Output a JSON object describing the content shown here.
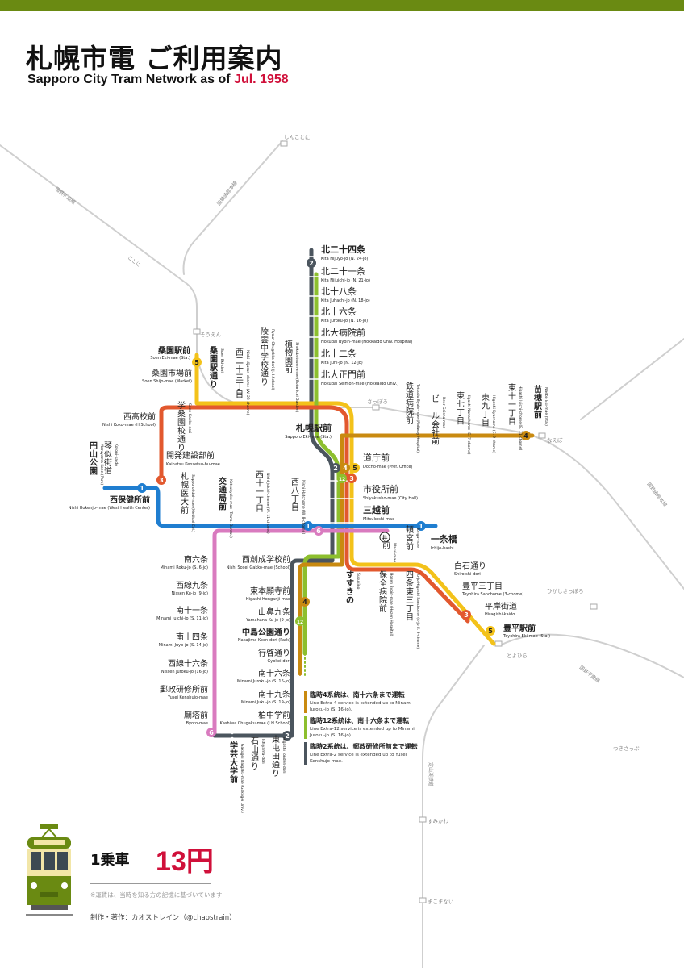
{
  "header": {
    "title_ja": "札幌市電 ご利用案内",
    "title_en": "Sapporo City Tram Network as of",
    "title_en_date": "Jul. 1958"
  },
  "colors": {
    "header_bar": "#6a8a12",
    "line_1": "#1f7ed0",
    "line_2": "#4b555e",
    "line_3": "#e2582e",
    "line_4": "#c98a10",
    "line_5": "#f3c21a",
    "line_6": "#d97bbf",
    "line_12": "#8dbf2e",
    "rail": "#cfcfcf",
    "accent_red": "#d0103a"
  },
  "jr_labels": [
    "しんことに",
    "国鉄札沼線",
    "国鉄函館本線",
    "ことに",
    "そうえん",
    "さっぽろ",
    "なえぼ",
    "国鉄函館本線",
    "ひがしさっぽろ",
    "とよひら",
    "国鉄千歳線",
    "つきさっぷ",
    "定山渓鉄道",
    "すみかわ",
    "まこまない"
  ],
  "stations_right": [
    {
      "ja": "北二十四条",
      "en": "Kita Nijuyo-jo (N. 24-jo)"
    },
    {
      "ja": "北二十一条",
      "en": "Kita Nijuichi-jo (N. 21-jo)"
    },
    {
      "ja": "北十八条",
      "en": "Kita Juhachi-jo (N. 18-jo)"
    },
    {
      "ja": "北十六条",
      "en": "Kita Juroku-jo (N. 16-jo)"
    },
    {
      "ja": "北大病院前",
      "en": "Hokudai Byoin-mae (Hokkaido Univ. Hospital)"
    },
    {
      "ja": "北十二条",
      "en": "Kita Juni-jo (N. 12-jo)"
    },
    {
      "ja": "北大正門前",
      "en": "Hokudai Seimon-mae (Hokkaido Univ.)"
    },
    {
      "ja": "道庁前",
      "en": "Docho-mae (Pref. Office)"
    },
    {
      "ja": "市役所前",
      "en": "Shiyakusho-mae (City Hall)"
    },
    {
      "ja": "三越前",
      "en": "Mitsukoshi-mae"
    }
  ],
  "stations_horizontal": [
    {
      "ja": "桑園駅前",
      "en": "Soen Eki-mae (Sta.)"
    },
    {
      "ja": "桑園市場前",
      "en": "Soen Shijo-mae (Market)"
    },
    {
      "ja": "西高校前",
      "en": "Nishi Koko-mae (H.School)"
    },
    {
      "ja": "開発建設部前",
      "en": "Kaihatsu Kensetsu-bu-mae"
    },
    {
      "ja": "西保健所前",
      "en": "Nishi Hokenjo-mae (West Health Center)"
    },
    {
      "ja": "札幌駅前",
      "en": "Sapporo Eki-mae (Sta.)"
    },
    {
      "ja": "一条橋",
      "en": "Ichijo-bashi"
    },
    {
      "ja": "白石通り",
      "en": "Shiroishi-dori"
    },
    {
      "ja": "豊平三丁目",
      "en": "Toyohira Sanchome (3-chome)"
    },
    {
      "ja": "平岸街道",
      "en": "Hiragishi-kaido"
    },
    {
      "ja": "豊平駅前",
      "en": "Toyohira Eki-mae (Sta.)"
    }
  ],
  "stations_vertical_top": [
    {
      "ja": "桑園駅通り",
      "en": "Soen Eki-dori"
    },
    {
      "ja": "西二十三丁目",
      "en": "Nishi Nijusan-chome (W. 23-chome)"
    },
    {
      "ja": "陵雲中学校通り",
      "en": "Ryoun Chugakko-dori (J.H.School)"
    },
    {
      "ja": "植物園前",
      "en": "Shokubutsuen-mae (Botanical Garden)"
    },
    {
      "ja": "学桑園校通り",
      "en": "Soen Gakko-dori"
    },
    {
      "ja": "琴似街道",
      "en": "Kotoni-kaido"
    },
    {
      "ja": "円山公園",
      "en": "Maruyama Koen (Park)"
    },
    {
      "ja": "札幌医大前",
      "en": "Sapporo Idai-mae (Medical Col.)"
    },
    {
      "ja": "交通局前",
      "en": "Kotsukyoku-mae (Trans. Bureau)"
    },
    {
      "ja": "西十一丁目",
      "en": "Nishi Juichi-chome (W. 11-chome)"
    },
    {
      "ja": "西八丁目",
      "en": "Nishi Hatchome (W. 8-chome)"
    },
    {
      "ja": "鉄道病院前",
      "en": "Tetsudo Byoin-mae (Railway Hospital)"
    },
    {
      "ja": "ビール会社前",
      "en": "Beer Gaisha-mae"
    },
    {
      "ja": "東七丁目",
      "en": "Higashi Nanachome (E. 7-chome)"
    },
    {
      "ja": "東九丁目",
      "en": "Higashi Kyuchome (E. 9-chome)"
    },
    {
      "ja": "東十一丁目",
      "en": "Higashi Juichi-chome (E. 11-chome)"
    },
    {
      "ja": "苗穂駅前",
      "en": "Naebo Eki-mae (Sta.)"
    }
  ],
  "stations_south_left": [
    {
      "ja": "南六条",
      "en": "Minami Roku-jo (S. 6-jo)"
    },
    {
      "ja": "西線九条",
      "en": "Nissen Ku-jo (9-jo)"
    },
    {
      "ja": "南十一条",
      "en": "Minami Juichi-jo (S. 11-jo)"
    },
    {
      "ja": "南十四条",
      "en": "Minami Juyo-jo (S. 14-jo)"
    },
    {
      "ja": "西線十六条",
      "en": "Nissen Juroku-jo (16-jo)"
    },
    {
      "ja": "郵政研修所前",
      "en": "Yusei Kenshujo-mae"
    },
    {
      "ja": "廟塔前",
      "en": "Byoto-mae"
    }
  ],
  "stations_south_mid": [
    {
      "ja": "西創成学校前",
      "en": "Nishi Sosei Gakko-mae (School)"
    },
    {
      "ja": "東本願寺前",
      "en": "Higashi Honganji-mae"
    },
    {
      "ja": "山鼻九条",
      "en": "Yamahana Ku-jo (9-jo)"
    },
    {
      "ja": "中島公園通り",
      "en": "Nakajima Koen-dori (Park)"
    },
    {
      "ja": "行啓通り",
      "en": "Gyokei-dori"
    },
    {
      "ja": "南十六条",
      "en": "Minami Juroku-jo (S. 16-jo)"
    },
    {
      "ja": "南十九条",
      "en": "Minami Juku-jo (S. 19-jo)"
    },
    {
      "ja": "柏中学前",
      "en": "Kashiwa Chugaku-mae (J.H.School)"
    }
  ],
  "stations_south_vertical": [
    {
      "ja": "学芸大学前",
      "en": "Gakugei Daigaku-mae (Gakugei Univ.)"
    },
    {
      "ja": "石山通り",
      "en": "Ishiyama-dori"
    },
    {
      "ja": "東屯田通り",
      "en": "Higashi Tonden-dori"
    },
    {
      "ja": "すすきの",
      "en": "Susukino"
    },
    {
      "ja": "保全病院前",
      "en": "Hozen Byoin-mae (Hozen Hospital)"
    },
    {
      "ja": "四条東三丁目",
      "en": "Yo-jo Higashi Sanchome (4-jo E. 3-chome)"
    },
    {
      "ja": "頓宮前",
      "en": "Tongu-mae"
    },
    {
      "ja": "前",
      "en": "Marui-mae"
    }
  ],
  "services": [
    {
      "ja": "臨時4系統は、南十六条まで運転",
      "en": "Line Extra-4 service is extended up to Minami Juroku-jo (S. 16-jo).",
      "color": "#c98a10"
    },
    {
      "ja": "臨時12系統は、南十六条まで運転",
      "en": "Line Extra-12 service is extended up to Minami Juroku-jo (S. 16-jo).",
      "color": "#8dbf2e"
    },
    {
      "ja": "臨時2系統は、郵政研修所前まで運転",
      "en": "Line Extra-2 service is extended up to Yusei Kenshujo-mae.",
      "color": "#4b555e"
    }
  ],
  "line_numbers": [
    "1",
    "2",
    "3",
    "4",
    "5",
    "6",
    "12",
    "井"
  ],
  "fare": {
    "label": "1乗車",
    "price": "13円"
  },
  "note": "※運賃は、当時を知る方の記憶に基づいています",
  "credit": "制作・著作：カオストレイン（@chaostrain）",
  "icons": [
    "tram-icon"
  ]
}
